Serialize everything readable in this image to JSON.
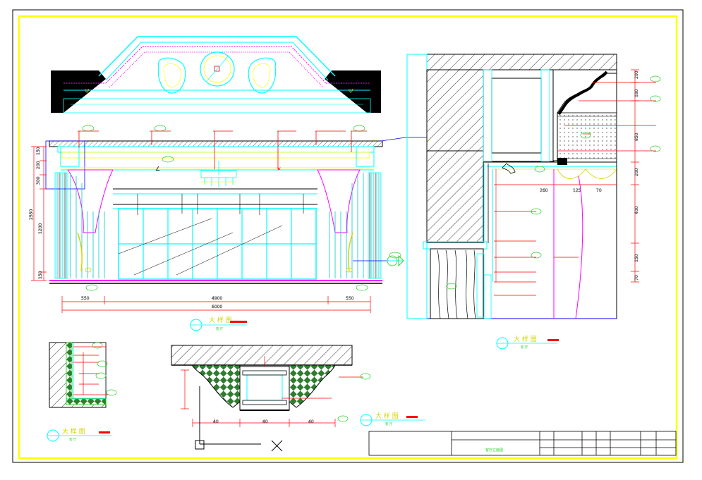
{
  "colors": {
    "frame": "#ffff00",
    "cyan": "#00ffff",
    "green": "#00cc00",
    "red": "#ff0000",
    "magenta": "#ff00ff",
    "yellow": "#ffff00",
    "dark": "#000000"
  },
  "elevation": {
    "dims_bottom": [
      "550",
      "4900",
      "550"
    ],
    "dim_total": "6000",
    "dims_left": [
      "150",
      "200",
      "300",
      "1200",
      "2550",
      "150"
    ]
  },
  "dims_detail_right": [
    "200",
    "180",
    "850",
    "400",
    "200",
    "150",
    "70"
  ],
  "dims_detail_right_bottom": [
    "260",
    "125",
    "70"
  ],
  "dims_bottom_detail": [
    "40",
    "40",
    "40"
  ],
  "section_titles": [
    {
      "label": "大 样 图",
      "sub": "客 厅"
    },
    {
      "label": "大 样 图",
      "sub": "客 厅"
    },
    {
      "label": "大 样 图",
      "sub": "客 厅"
    },
    {
      "label": "大 样 图",
      "sub": "客 厅"
    }
  ],
  "title_block": {
    "drawing_name": "客厅立面图"
  }
}
